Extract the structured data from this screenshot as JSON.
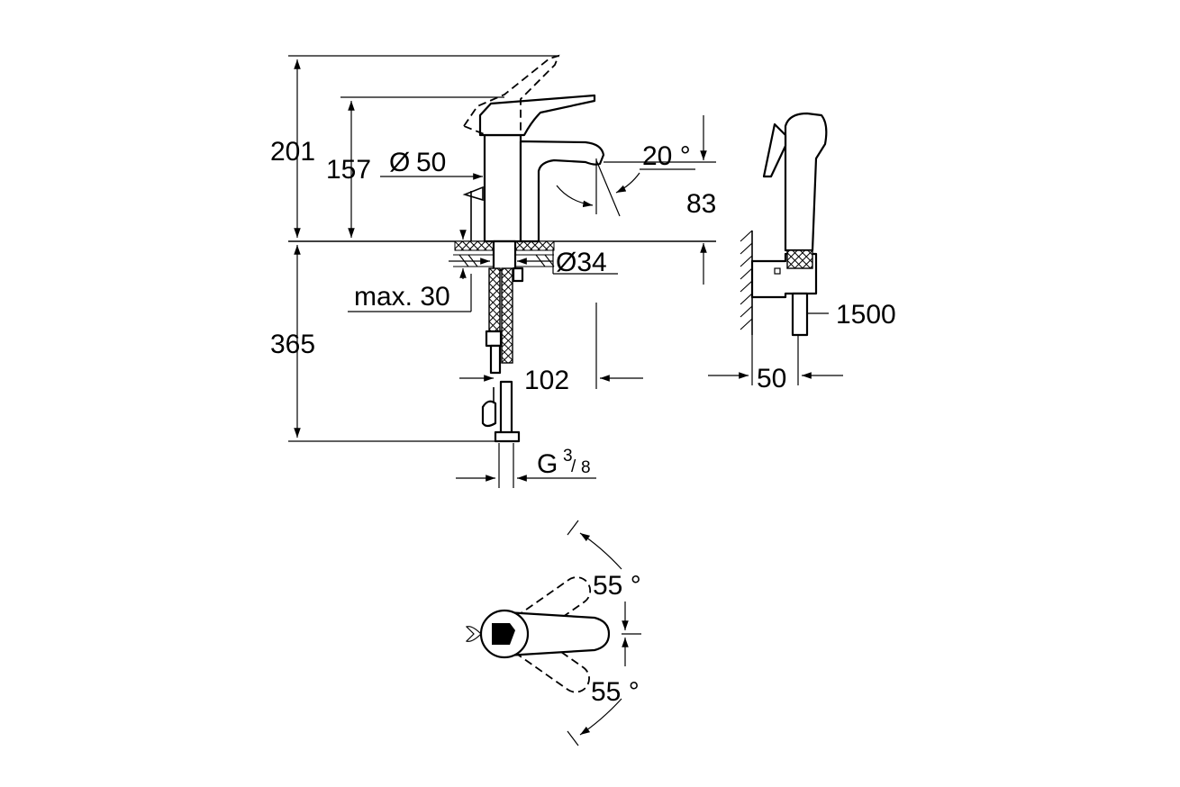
{
  "dimensions": {
    "overall_height": "201",
    "spout_height": "157",
    "body_diameter_symbol": "Ø",
    "body_diameter": "50",
    "spout_angle": "20 °",
    "outlet_height": "83",
    "base_diameter": "Ø34",
    "max_thickness": "max. 30",
    "hose_length_below": "365",
    "spout_reach": "102",
    "connection_thread_letter": "G",
    "connection_thread_num": "3",
    "connection_thread_den": "8",
    "hose_length": "1500",
    "holder_depth": "50",
    "handle_angle_top": "55 °",
    "handle_angle_bottom": "55 °"
  },
  "colors": {
    "line": "#000000",
    "background": "#ffffff"
  }
}
